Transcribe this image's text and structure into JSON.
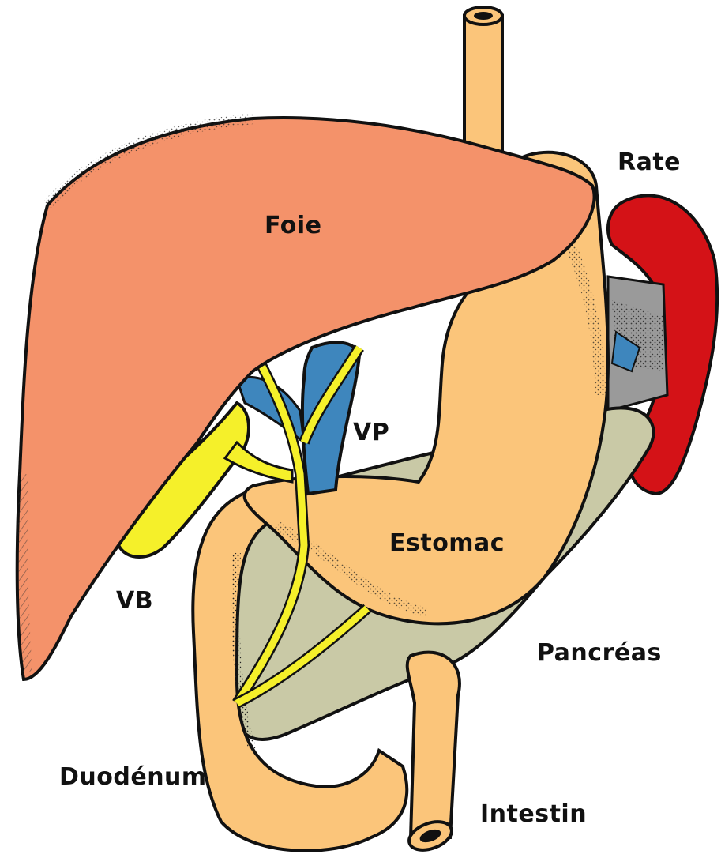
{
  "labels": {
    "foie": "Foie",
    "rate": "Rate",
    "vp": "VP",
    "vb": "VB",
    "estomac": "Estomac",
    "pancreas": "Pancréas",
    "duodenum": "Duodénum",
    "intestin": "Intestin"
  },
  "colors": {
    "liver": "#F4926A",
    "stomach": "#FBC57A",
    "spleen": "#D41217",
    "pancreas": "#C9C9A6",
    "bile": "#F5F02A",
    "portal_vein": "#3E86BD",
    "vessels_grey": "#9A9A9A",
    "outline": "#111111"
  }
}
